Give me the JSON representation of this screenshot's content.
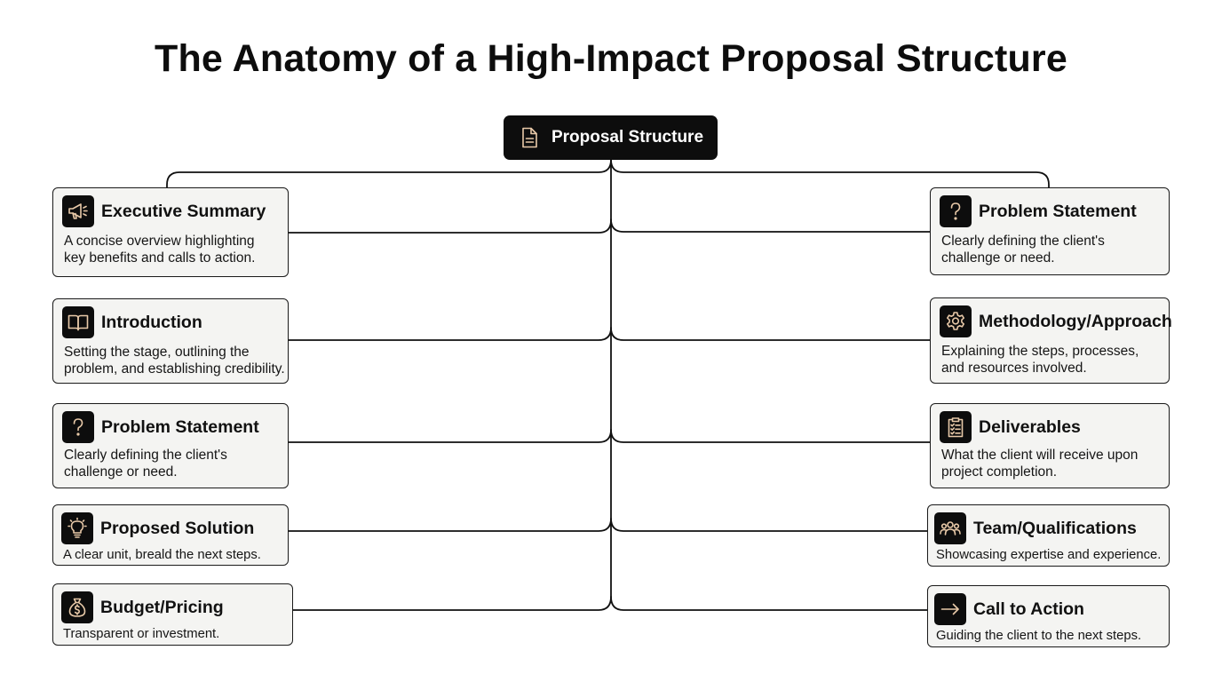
{
  "title": "The Anatomy of a High-Impact Proposal Structure",
  "root": {
    "label": "Proposal Structure",
    "icon": "document-icon"
  },
  "left": [
    {
      "heading": "Executive Summary",
      "icon": "megaphone-icon",
      "desc": [
        "A concise overview highlighting",
        "key benefits and calls to action."
      ]
    },
    {
      "heading": "Introduction",
      "icon": "open-book-icon",
      "desc": [
        "Setting the stage, outlining the",
        "problem, and establishing credibility."
      ]
    },
    {
      "heading": "Problem Statement",
      "icon": "question-mark-icon",
      "desc": [
        "Clearly defining the client's",
        "challenge or need."
      ]
    },
    {
      "heading": "Proposed Solution",
      "icon": "lightbulb-icon",
      "desc": [
        "A clear unit, breald the next steps."
      ]
    },
    {
      "heading": "Budget/Pricing",
      "icon": "money-bag-icon",
      "desc": [
        "Transparent or investment."
      ]
    }
  ],
  "right": [
    {
      "heading": "Problem Statement",
      "icon": "question-mark-icon",
      "desc": [
        "Clearly defining the client's",
        "challenge or need."
      ]
    },
    {
      "heading": "Methodology/Approach",
      "icon": "gear-icon",
      "desc": [
        "Explaining the steps, processes,",
        "and resources involved."
      ]
    },
    {
      "heading": "Deliverables",
      "icon": "clipboard-checklist-icon",
      "desc": [
        "What the client will receive upon",
        "project completion."
      ]
    },
    {
      "heading": "Team/Qualifications",
      "icon": "team-icon",
      "desc": [
        "Showcasing expertise and experience."
      ]
    },
    {
      "heading": "Call to Action",
      "icon": "arrow-right-icon",
      "desc": [
        "Guiding the client to the next steps."
      ]
    }
  ],
  "colors": {
    "icon_accent": "#e8c9a8",
    "card_bg": "#f4f4f2",
    "dark": "#0d0d0d"
  }
}
